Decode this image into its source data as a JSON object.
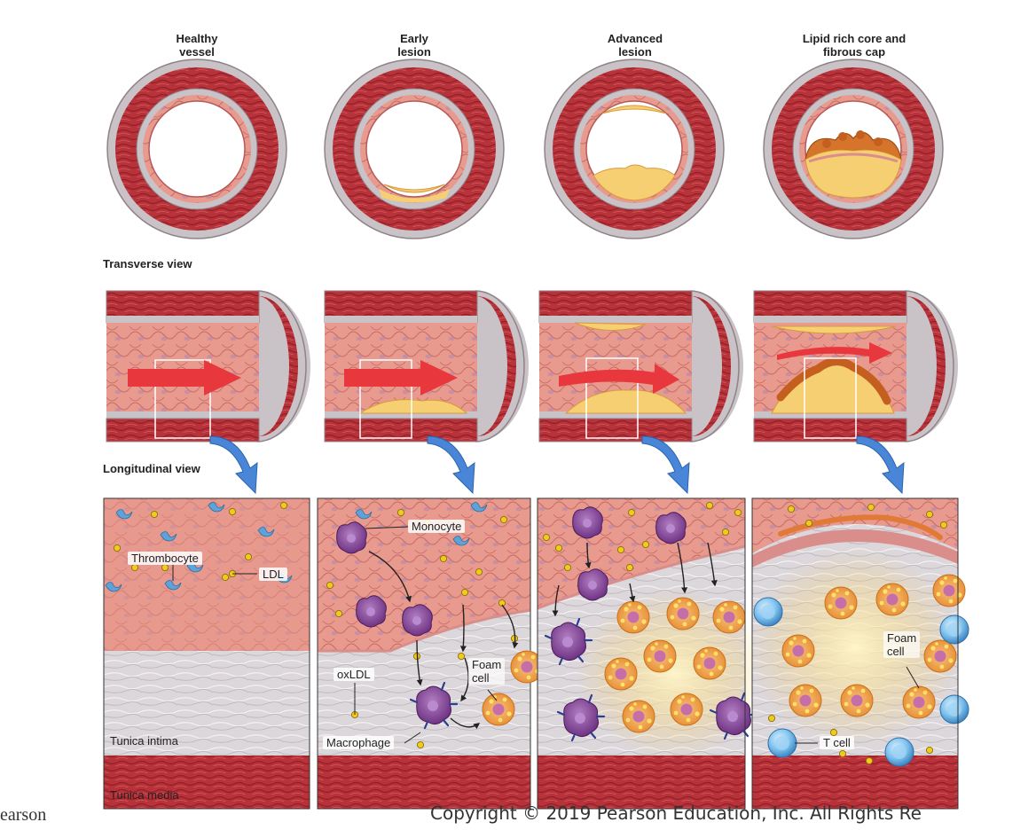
{
  "stages": [
    {
      "title": "Healthy\nvessel"
    },
    {
      "title": "Early\nlesion"
    },
    {
      "title": "Advanced\nlesion"
    },
    {
      "title": "Lipid rich core and\nfibrous cap"
    }
  ],
  "views": {
    "transverse": "Transverse view",
    "longitudinal": "Longitudinal view"
  },
  "labels": {
    "thrombocyte": "Thrombocyte",
    "ldl": "LDL",
    "tunica_intima": "Tunica intima",
    "tunica_media": "Tunica media",
    "monocyte": "Monocyte",
    "oxldl": "oxLDL",
    "foam_cell": "Foam\ncell",
    "macrophage": "Macrophage",
    "t_cell": "T cell"
  },
  "footer": {
    "publisher": "earson",
    "copyright": "Copyright © 2019 Pearson Education, Inc. All Rights Re"
  },
  "colors": {
    "muscle": "#b8323a",
    "wall_gray": "#c9c2c6",
    "endothelium": "#e59589",
    "plaque": "#f7cf73",
    "lipid_core": "#d7742c",
    "flow_arrow": "#e8383d",
    "pointer_arrow": "#4a86d8",
    "macrophage": "#8e4f9e",
    "foam_cell": "#ef9a34",
    "t_cell": "#6fb6e6",
    "ldl": "#e9c21a"
  }
}
